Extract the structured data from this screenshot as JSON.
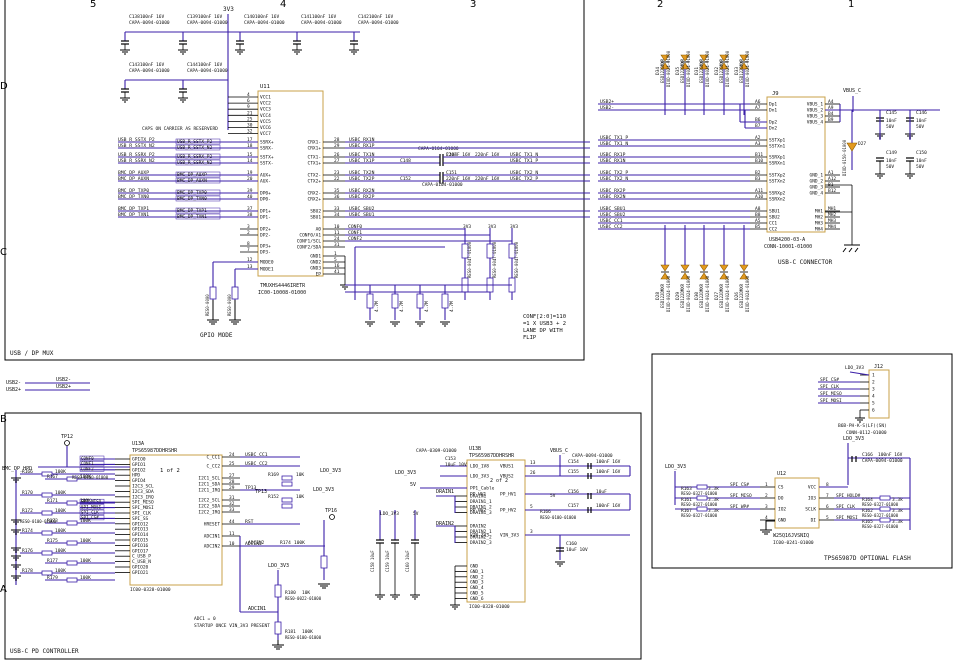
{
  "grid": {
    "columns": [
      "5",
      "4",
      "3",
      "2",
      "1"
    ],
    "rows": [
      "D",
      "C",
      "B",
      "A"
    ]
  },
  "sections": {
    "usb_dp_mux": "USB / DP MUX",
    "usbc_connector": "USB-C CONNECTOR",
    "pd_controller": "USB-C PD CONTROLLER",
    "optional_flash": "TPS65987D OPTIONAL FLASH",
    "gpio_mode": "GPIO MODE"
  },
  "mux": {
    "refdes": "U11",
    "name": "TMUXHS4446IRETR",
    "pn": "IC00-10008-01000",
    "power_net": "3V3",
    "vcc_pins": [
      "VCC1",
      "VCC2",
      "VCC3",
      "VCC4",
      "VCC5",
      "VCC6",
      "VCC7"
    ],
    "vcc_pin_nums": [
      "4",
      "6",
      "9",
      "21",
      "25",
      "30",
      "32"
    ],
    "note": "CAPS ON CARRIER AS RESERVERD",
    "left_pins": [
      {
        "num": "17",
        "name": "SSRX+",
        "net": "USB_R_SSTX_P2"
      },
      {
        "num": "18",
        "name": "SSRX-",
        "net": "USB_R_SSTX_N2"
      },
      {
        "num": "15",
        "name": "SSTX+",
        "net": "USB_R_SSRX_P2"
      },
      {
        "num": "14",
        "name": "SSTX-",
        "net": "USB_R_SSRX_N2"
      },
      {
        "num": "19",
        "name": "AUX+",
        "net": "BMC_DP_AUXP"
      },
      {
        "num": "20",
        "name": "AUX-",
        "net": "BMC_DP_AUXN"
      },
      {
        "num": "39",
        "name": "DP0+",
        "net": "BMC_DP_TXP0"
      },
      {
        "num": "40",
        "name": "DP0-",
        "net": "BMC_DP_TXN0"
      },
      {
        "num": "37",
        "name": "DP1+",
        "net": "BMC_DP_TXP1"
      },
      {
        "num": "38",
        "name": "DP1-",
        "net": "BMC_DP_TXN1"
      },
      {
        "num": "3",
        "name": "DP2+",
        "net": ""
      },
      {
        "num": "2",
        "name": "DP2-",
        "net": ""
      },
      {
        "num": "8",
        "name": "DP3+",
        "net": ""
      },
      {
        "num": "7",
        "name": "DP3-",
        "net": ""
      },
      {
        "num": "12",
        "name": "MODE0",
        "net": ""
      },
      {
        "num": "13",
        "name": "MODE1",
        "net": ""
      }
    ],
    "right_pins": [
      {
        "num": "28",
        "name": "CRX1-",
        "net": "USBC_RX1N"
      },
      {
        "num": "29",
        "name": "CRX1+",
        "net": "USBC_RX1P"
      },
      {
        "num": "26",
        "name": "CTX1-",
        "net": "USBC_TX1N"
      },
      {
        "num": "27",
        "name": "CTX1+",
        "net": "USBC_TX1P"
      },
      {
        "num": "23",
        "name": "CTX2-",
        "net": "USBC_TX2N"
      },
      {
        "num": "22",
        "name": "CTX2+",
        "net": "USBC_TX2P"
      },
      {
        "num": "35",
        "name": "CRX2-",
        "net": "USBC_RX2N"
      },
      {
        "num": "36",
        "name": "CRX2+",
        "net": "USBC_RX2P"
      },
      {
        "num": "33",
        "name": "SBU2",
        "net": "USBC_SBU2"
      },
      {
        "num": "34",
        "name": "SBU1",
        "net": "USBC_SBU1"
      },
      {
        "num": "10",
        "name": "A0",
        "net": "CONF0"
      },
      {
        "num": "11",
        "name": "CONF0/A1",
        "net": "CONF1"
      },
      {
        "num": "24",
        "name": "CONF1/SCL",
        "net": "CONF2"
      },
      {
        "num": "31",
        "name": "CONF2/SDA",
        "net": ""
      },
      {
        "num": "1",
        "name": "GND1",
        "net": ""
      },
      {
        "num": "5",
        "name": "GND2",
        "net": ""
      },
      {
        "num": "16",
        "name": "GND3",
        "net": ""
      },
      {
        "num": "41",
        "name": "EP",
        "net": ""
      }
    ],
    "caps_top": [
      {
        "ref": "C138",
        "val": "100nF 16V",
        "pn": "CAPA-0094-01000"
      },
      {
        "ref": "C139",
        "val": "100nF 16V",
        "pn": "CAPA-0094-01000"
      },
      {
        "ref": "C140",
        "val": "100nF 16V",
        "pn": "CAPA-0094-01000"
      },
      {
        "ref": "C141",
        "val": "100nF 16V",
        "pn": "CAPA-0094-01000"
      },
      {
        "ref": "C142",
        "val": "100nF 16V",
        "pn": "CAPA-0094-01000"
      },
      {
        "ref": "C143",
        "val": "100nF 16V",
        "pn": "CAPA-0094-01000"
      },
      {
        "ref": "C144",
        "val": "100nF 16V",
        "pn": "CAPA-0094-01000"
      }
    ],
    "series_caps": [
      {
        "ref": "C148",
        "val": "220nF 16V"
      },
      {
        "ref": "C147",
        "val": "220nF 16V"
      },
      {
        "ref": "C152",
        "val": "220nF 16V"
      },
      {
        "ref": "C151",
        "val": "220nF 16V"
      }
    ],
    "cap_pn": "CAPA-0104-01000",
    "conf_note": [
      "CONF[2:0]=110",
      "=1 X USB3 + 2",
      "LANE DP WITH",
      "FLIP"
    ],
    "mode_resistors": [
      "RES0-0000",
      "RES0-0000"
    ],
    "pulldowns": [
      "4.7M",
      "4.7M",
      "4.7M",
      "4.7M"
    ],
    "pullups": [
      "RES0-0047-01000",
      "RES0-0047-01000",
      "RES0-0047-01000"
    ]
  },
  "usb2_nets": {
    "in": [
      "USB2-",
      "USB2+"
    ],
    "out": [
      "USB2-",
      "USB2+"
    ]
  },
  "connector": {
    "refdes": "J9",
    "name": "USB4200-03-A",
    "pn": "CONN-10001-01000",
    "vbus_net": "VBUS_C",
    "left_pins": [
      {
        "num": "A6",
        "name": "Dp1",
        "net": "USB2+"
      },
      {
        "num": "A7",
        "name": "Dn1",
        "net": "USB2-"
      },
      {
        "num": "B6",
        "name": "Dp2",
        "net": ""
      },
      {
        "num": "B7",
        "name": "Dn2",
        "net": ""
      },
      {
        "num": "A2",
        "name": "SSTXp1",
        "net": "USBC_TX1_P"
      },
      {
        "num": "A3",
        "name": "SSTXn1",
        "net": "USBC_TX1_N"
      },
      {
        "num": "B11",
        "name": "SSRXp1",
        "net": "USBC_RX1P"
      },
      {
        "num": "B10",
        "name": "SSRXn1",
        "net": "USBC_RX1N"
      },
      {
        "num": "B2",
        "name": "SSTXp2",
        "net": "USBC_TX2_P"
      },
      {
        "num": "B3",
        "name": "SSTXn2",
        "net": "USBC_TX2_N"
      },
      {
        "num": "A11",
        "name": "SSRXp2",
        "net": "USBC_RX2P"
      },
      {
        "num": "A10",
        "name": "SSRXn2",
        "net": "USBC_RX2N"
      },
      {
        "num": "A8",
        "name": "SBU1",
        "net": "USBC_SBU1"
      },
      {
        "num": "B8",
        "name": "SBU2",
        "net": "USBC_SBU2"
      },
      {
        "num": "A5",
        "name": "CC1",
        "net": "USBC_CC1"
      },
      {
        "num": "B5",
        "name": "CC2",
        "net": "USBC_CC2"
      }
    ],
    "right_pins": [
      {
        "num": "A4",
        "name": "VBUS_1"
      },
      {
        "num": "A9",
        "name": "VBUS_2"
      },
      {
        "num": "B4",
        "name": "VBUS_3"
      },
      {
        "num": "B9",
        "name": "VBUS_4"
      },
      {
        "num": "A1",
        "name": "GND_1"
      },
      {
        "num": "A12",
        "name": "GND_2"
      },
      {
        "num": "B1",
        "name": "GND_3"
      },
      {
        "num": "B12",
        "name": "GND_4"
      },
      {
        "num": "MH1",
        "name": "MH1"
      },
      {
        "num": "MH2",
        "name": "MH2"
      },
      {
        "num": "MH3",
        "name": "MH3"
      },
      {
        "num": "MH4",
        "name": "MH4"
      }
    ],
    "esd_top": [
      "D34",
      "D35",
      "D31",
      "D32",
      "D33"
    ],
    "esd_bottom": [
      "D28",
      "D29",
      "D30",
      "D27",
      "D26"
    ],
    "esd_part": "ESD122DMXR",
    "esd_pn": "DIOD-0024-01000",
    "tvs": {
      "ref": "D27",
      "pn": "DIOD-0150-01000"
    },
    "caps": [
      {
        "ref": "C145",
        "val": "10nF 50V"
      },
      {
        "ref": "C146",
        "val": "10nF 50V"
      },
      {
        "ref": "C149",
        "val": "10nF 50V"
      },
      {
        "ref": "C150",
        "val": "10nF 50V"
      }
    ]
  },
  "pd": {
    "refdes_a": "U13A",
    "refdes_b": "U13B",
    "name": "TPS65987DDHRSHR",
    "pn": "IC00-0328-01000",
    "page_label": "1 of 2",
    "page_label_b": "2 of 2",
    "left_pins": [
      "GPIO0",
      "GPIO1",
      "GPIO2",
      "HPD",
      "GPIO4",
      "I2C3_SCL",
      "I2C3_SDA",
      "I2C3_IRQ",
      "SPI_MISO",
      "SPI_MOSI",
      "SPI_CLK",
      "SPI_SS",
      "GPIO12",
      "GPIO13",
      "GPIO14",
      "GPIO15",
      "GPIO16",
      "GPIO17",
      "C_USB_P",
      "C_USB_N",
      "GPIO20",
      "GPIO21"
    ],
    "left_nets": [
      "CONF0",
      "CONF1",
      "CONF2",
      "BMC_DP_HPD",
      "",
      "",
      "",
      "",
      "SPI_MISO",
      "SPI_MOSI",
      "SPI_CLK",
      "SPI_CS#",
      "",
      "",
      "",
      "",
      "",
      "",
      "",
      "",
      "",
      ""
    ],
    "right_pins": [
      {
        "num": "24",
        "name": "C_CC1",
        "net": "USBC_CC1"
      },
      {
        "num": "25",
        "name": "C_CC2",
        "net": "USBC_CC2"
      },
      {
        "num": "27",
        "name": "I2C1_SCL",
        "net": ""
      },
      {
        "num": "28",
        "name": "I2C1_SDA",
        "net": ""
      },
      {
        "num": "29",
        "name": "I2C1_IRQ",
        "net": "TP13"
      },
      {
        "num": "31",
        "name": "I2C2_SCL",
        "net": ""
      },
      {
        "num": "32",
        "name": "I2C2_SDA",
        "net": ""
      },
      {
        "num": "33",
        "name": "I2C2_IRQ",
        "net": ""
      },
      {
        "num": "44",
        "name": "HRESET",
        "net": "RST"
      },
      {
        "num": "11",
        "name": "ADCIN1",
        "net": "ADCIN1"
      },
      {
        "num": "10",
        "name": "ADCIN2",
        "net": "ADCIN2"
      }
    ],
    "power_pins": [
      {
        "num": "13",
        "name": "LDO_1V8",
        "net": "VBUS1"
      },
      {
        "num": "26",
        "name": "LDO_3V3",
        "net": "VBUS2"
      },
      {
        "num": "",
        "name": "PP1_Cable",
        "net": ""
      },
      {
        "num": "",
        "name": "PP_HV1",
        "net": ""
      },
      {
        "num": "",
        "name": "PP_HV2",
        "net": ""
      },
      {
        "num": "",
        "name": "VIN_3V3",
        "net": ""
      }
    ],
    "drain_labels": [
      "DRAIN1",
      "DRAIN2"
    ],
    "drain_pins": [
      "DRAIN1",
      "DRAIN1_1",
      "DRAIN1_2",
      "DRAIN1_3",
      "DRAIN2",
      "DRAIN2_1",
      "DRAIN2_2",
      "DRAIN2_3"
    ],
    "gnd_pins": [
      "GND",
      "GND_1",
      "GND_2",
      "GND_3",
      "GND_4",
      "GND_5",
      "GND_6"
    ],
    "hpd_net": "BMC_DP_HPD",
    "tp": [
      "TP12",
      "TP13",
      "TP16"
    ],
    "ldo_net": "LDO_3V3",
    "v5_net": "5V",
    "resistors": [
      {
        "ref": "R166",
        "val": "100K"
      },
      {
        "ref": "R167",
        "val": "100K"
      },
      {
        "ref": "R168",
        "val": "100K"
      },
      {
        "ref": "R169",
        "val": "10K"
      },
      {
        "ref": "R170",
        "val": "100K"
      },
      {
        "ref": "R171",
        "val": "100K"
      },
      {
        "ref": "R172",
        "val": "100K"
      },
      {
        "ref": "R173",
        "val": "100K"
      },
      {
        "ref": "R174",
        "val": "100K"
      },
      {
        "ref": "R175",
        "val": "100K"
      },
      {
        "ref": "R176",
        "val": "100K"
      },
      {
        "ref": "R177",
        "val": "100K"
      },
      {
        "ref": "R178",
        "val": "100K"
      },
      {
        "ref": "R179",
        "val": "100K"
      },
      {
        "ref": "R180",
        "val": "10K"
      },
      {
        "ref": "R181",
        "val": "100K"
      }
    ],
    "res_pn_a": "RES0-0100-01000",
    "res_pn_b": "RES0-0022-01000",
    "caps": [
      {
        "ref": "C153",
        "val": "10uF 10V"
      },
      {
        "ref": "C154",
        "val": "100nF 16V"
      },
      {
        "ref": "C155",
        "val": "100nF 16V"
      },
      {
        "ref": "C156",
        "val": "10uF"
      },
      {
        "ref": "C157",
        "val": "100nF 16V"
      },
      {
        "ref": "C158",
        "val": "10uF"
      },
      {
        "ref": "C159",
        "val": "10uF"
      },
      {
        "ref": "C160",
        "val": "10uF 10V"
      }
    ],
    "cap_pns": [
      "CAPA-0309-01000",
      "CAPA-0094-01000"
    ],
    "adc_note": [
      "ADC1 = 0",
      "STARTUP ONCE VIN_3V3 PRESENT"
    ],
    "vbus_net": "VBUS_C"
  },
  "flash_header": {
    "refdes": "J12",
    "name": "B6B-PH-K-S(LF)(SN)",
    "pn": "CONN-0112-01000",
    "nets": [
      "LDO_3V3",
      "SPI_CS#",
      "SPI_CLK",
      "SPI_MISO",
      "SPI_MOSI"
    ],
    "pins": [
      "1",
      "2",
      "3",
      "4",
      "5",
      "6"
    ]
  },
  "flash": {
    "refdes": "U12",
    "name": "W25Q16JVSNIQ",
    "pn": "IC00-0241-01000",
    "left_pins": [
      {
        "num": "1",
        "name": "CS",
        "net": "SPI_CS#"
      },
      {
        "num": "2",
        "name": "DO",
        "net": "SPI_MISO"
      },
      {
        "num": "3",
        "name": "IO2",
        "net": "SPI_WP#"
      },
      {
        "num": "4",
        "name": "GND",
        "net": ""
      }
    ],
    "right_pins": [
      {
        "num": "8",
        "name": "VCC",
        "net": ""
      },
      {
        "num": "7",
        "name": "IO3",
        "net": "SPI_HOLD#"
      },
      {
        "num": "6",
        "name": "SCLK",
        "net": "SPI_CLK"
      },
      {
        "num": "5",
        "name": "DI",
        "net": "SPI_MOSI"
      }
    ],
    "resistors_left": [
      {
        "ref": "R163",
        "val": "3.3k"
      },
      {
        "ref": "R161",
        "val": "3.3k"
      },
      {
        "ref": "R167",
        "val": "3.3k"
      }
    ],
    "resistors_right": [
      {
        "ref": "R164",
        "val": "3.3k"
      },
      {
        "ref": "R162",
        "val": "3.3k"
      },
      {
        "ref": "R165",
        "val": "3.3k"
      }
    ],
    "res_pn": "RES0-0327-01000",
    "cap": {
      "ref": "C166",
      "val": "100nF 16V",
      "pn": "CAPA-0094-01000"
    },
    "ldo_net": "LDO_3V3"
  }
}
